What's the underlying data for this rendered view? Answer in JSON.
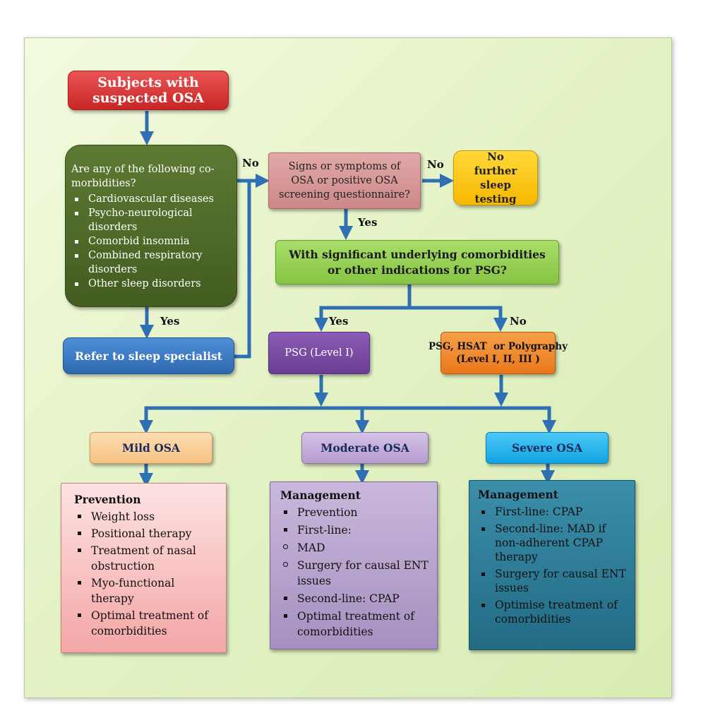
{
  "nodes": {
    "subjects": "Subjects with suspected OSA",
    "comorbidities_question": "Are any of the following co-morbidities?",
    "comorbidities_list": [
      "Cardiovascular diseases",
      "Psycho-neurological disorders",
      "Comorbid insomnia",
      "Combined respiratory disorders",
      "Other sleep disorders"
    ],
    "refer": "Refer to sleep specialist",
    "signs": "Signs or symptoms of OSA or positive OSA screening questionnaire?",
    "no_further": "No further sleep testing",
    "significant": "With significant underlying comorbidities or other indications for PSG?",
    "psg": "PSG (Level I)",
    "psg_hsat_line1": "PSG, HSAT  or Polygraphy",
    "psg_hsat_line2": "(Level I, II, III )",
    "mild": "Mild OSA",
    "moderate": "Moderate OSA",
    "severe": "Severe OSA"
  },
  "edge_labels": {
    "no_1": "No",
    "no_2": "No",
    "no_3": "No",
    "yes_1": "Yes",
    "yes_2": "Yes",
    "yes_3": "Yes"
  },
  "mild_box": {
    "heading": "Prevention",
    "items": [
      "Weight loss",
      "Positional therapy",
      "Treatment of nasal obstruction",
      "Myo-functional therapy",
      "Optimal treatment of comorbidities"
    ]
  },
  "moderate_box": {
    "heading": "Management",
    "items": [
      {
        "bullet": "square",
        "text": "Prevention"
      },
      {
        "bullet": "square",
        "text": "First-line:"
      },
      {
        "bullet": "circle",
        "text": "MAD"
      },
      {
        "bullet": "circle",
        "text": "Surgery for causal ENT issues"
      },
      {
        "bullet": "square",
        "text": "Second-line: CPAP"
      },
      {
        "bullet": "square",
        "text": "Optimal treatment of comorbidities"
      }
    ]
  },
  "severe_box": {
    "heading": "Management",
    "items": [
      "First-line: CPAP",
      "Second-line: MAD if non-adherent CPAP therapy",
      "Surgery for causal ENT issues",
      "Optimise treatment of comorbidities"
    ]
  },
  "colors": {
    "arrow": "#2f6fb3",
    "subjects": "#d83a3a",
    "comorbidities": "#4f6a2a",
    "refer": "#3a78c2",
    "signs": "#d79b9b",
    "no_further": "#ffcc1a",
    "significant": "#9ad35a",
    "psg": "#7a4aa0",
    "psg_hsat": "#f08a28",
    "mild": "#fbcf9a",
    "moderate": "#c3acd8",
    "severe": "#1fb5f0",
    "mild_box": "#f7b5b5",
    "moderate_box": "#b7a5cc",
    "severe_box": "#2f7f9a"
  }
}
